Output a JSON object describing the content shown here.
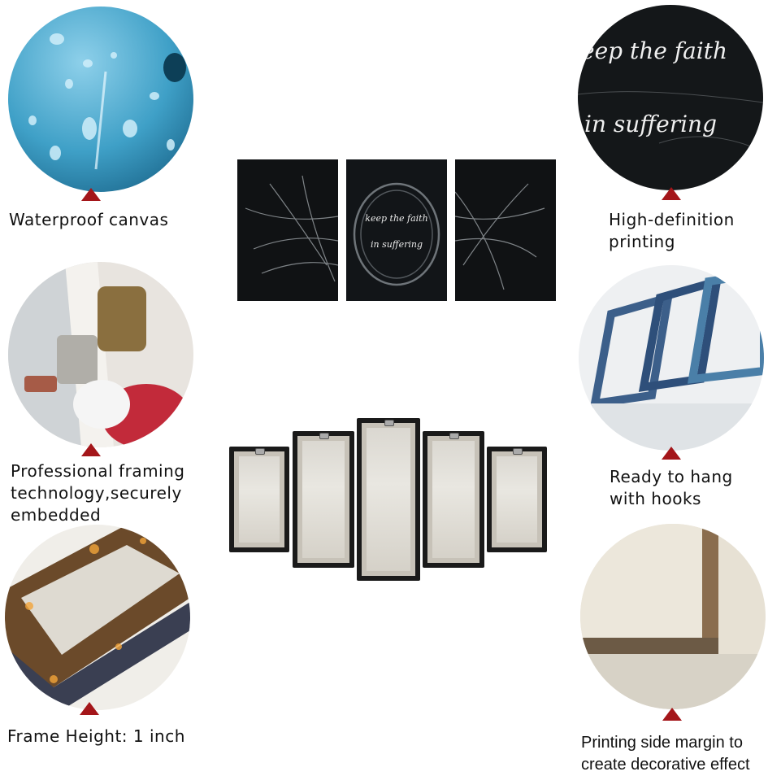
{
  "features": {
    "waterproof": {
      "caption": "Waterproof canvas"
    },
    "hd_printing": {
      "caption": "High-definition\nprinting"
    },
    "framing": {
      "caption": "Professional framing\ntechnology,securely\nembedded"
    },
    "hooks": {
      "caption": "Ready to hang\nwith hooks"
    },
    "frame_height": {
      "caption": "Frame Height: 1 inch"
    },
    "side_margin": {
      "caption": "Printing side margin to\ncreate decorative effect"
    }
  },
  "artwork": {
    "quote_line1": "keep the faith",
    "quote_line2": "in suffering"
  },
  "closeup": {
    "line1": "eep the faith",
    "line2": "in suffering"
  },
  "colors": {
    "marker": "#a4161a",
    "panel_bg": "#101214",
    "frame": "#1a1a1a"
  }
}
